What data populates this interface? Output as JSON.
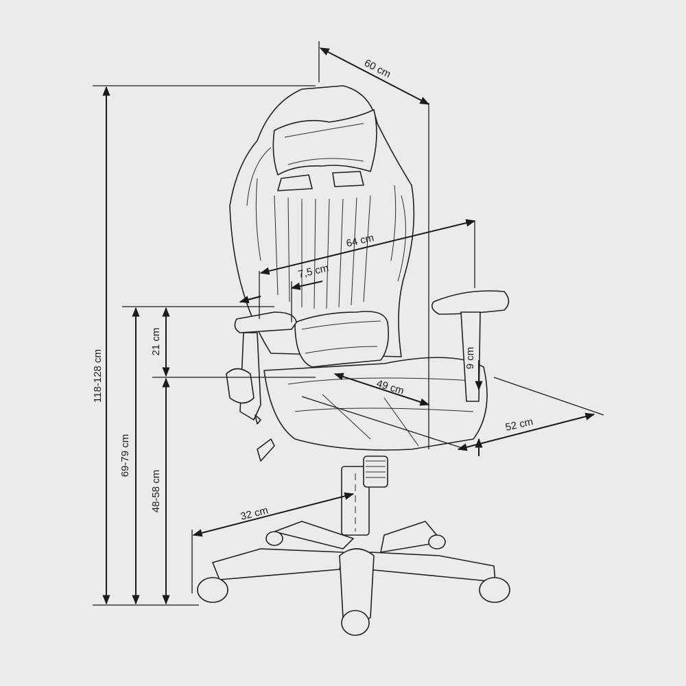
{
  "diagram": {
    "background_color": "#ebebeb",
    "line_color": "#1a1a1a",
    "dimensions": {
      "depth_top": "60 cm",
      "total_height": "118-128 cm",
      "armrest_width": "64 cm",
      "backrest_slot": "7,5 cm",
      "armrest_height": "21 cm",
      "arm_floor_height": "69-79 cm",
      "seat_height": "48-58 cm",
      "seat_depth": "49 cm",
      "seat_width": "52 cm",
      "seat_side": "9 cm",
      "base_radius": "32 cm"
    }
  }
}
